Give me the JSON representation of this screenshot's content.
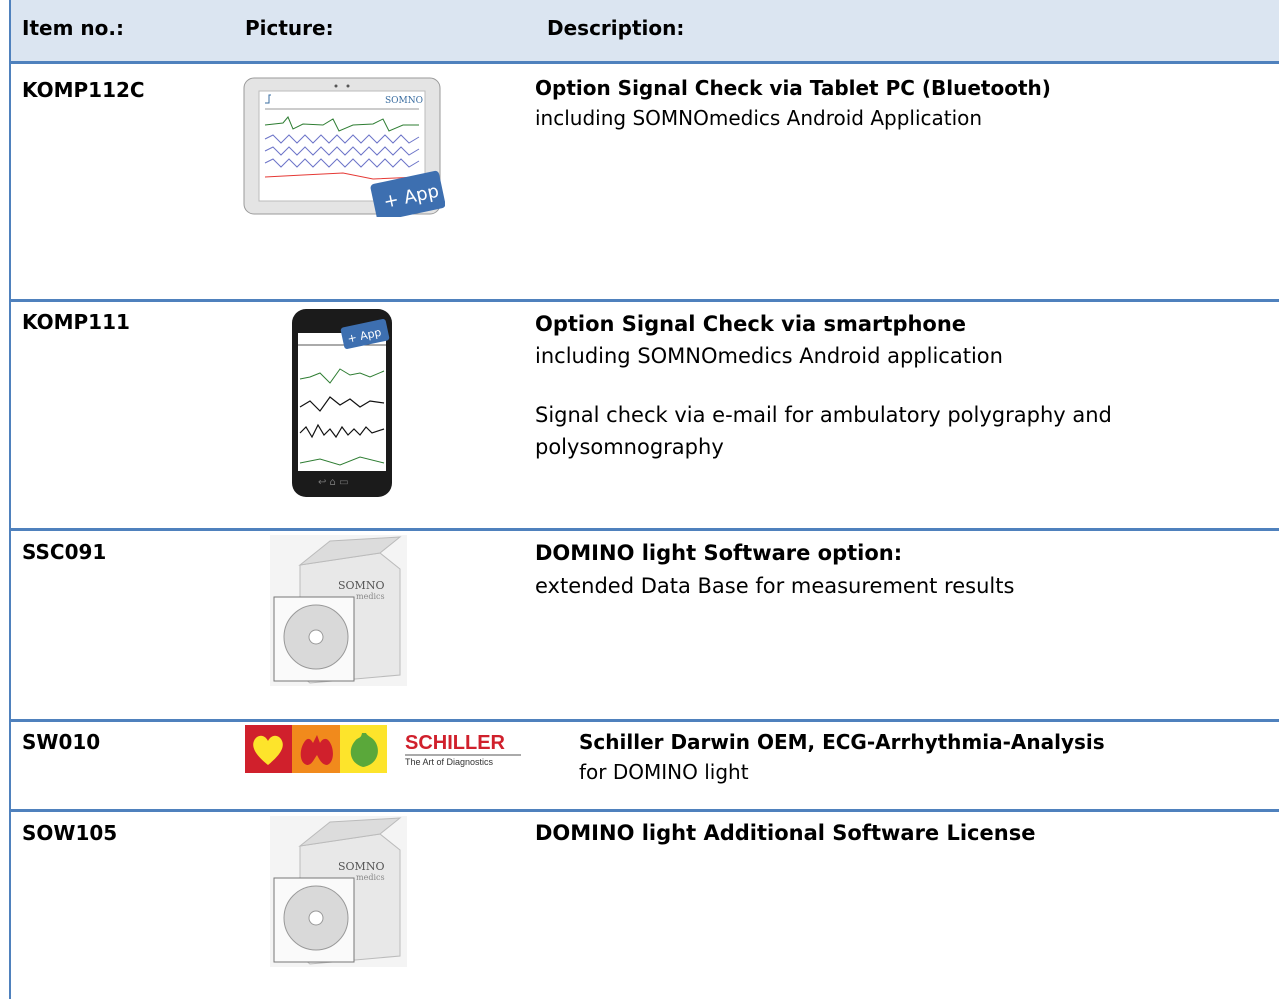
{
  "header": {
    "item": "Item no.:",
    "picture": "Picture:",
    "description": "Description:"
  },
  "rows": [
    {
      "item": "KOMP112C",
      "title": "Option Signal Check via Tablet PC (Bluetooth)",
      "lines": [
        "including SOMNOmedics Android Application"
      ],
      "picture": "tablet-image"
    },
    {
      "item": "KOMP111",
      "title": "Option Signal Check via smartphone",
      "lines": [
        "including SOMNOmedics Android application",
        "",
        "Signal check via e-mail for ambulatory polygraphy and",
        "polysomnography"
      ],
      "picture": "smartphone-image"
    },
    {
      "item": "SSC091",
      "title": "DOMINO light Software option:",
      "lines": [
        "extended Data Base for measurement results"
      ],
      "picture": "software-box-image"
    },
    {
      "item": "SW010",
      "title": "Schiller Darwin OEM, ECG-Arrhythmia-Analysis",
      "lines": [
        "for DOMINO light"
      ],
      "picture": "schiller-logo"
    },
    {
      "item": "SOW105",
      "title": "DOMINO light Additional Software License",
      "lines": [],
      "picture": "software-box-image"
    }
  ],
  "logos": {
    "schiller": "SCHILLER",
    "schiller_tagline": "The Art of Diagnostics",
    "somno": "SOMNO",
    "somno_sub": "medics",
    "app_badge": "+ App"
  },
  "colors": {
    "accent": "#4f81bd",
    "header_bg": "#dbe5f1",
    "schiller_red": "#d0202c"
  }
}
